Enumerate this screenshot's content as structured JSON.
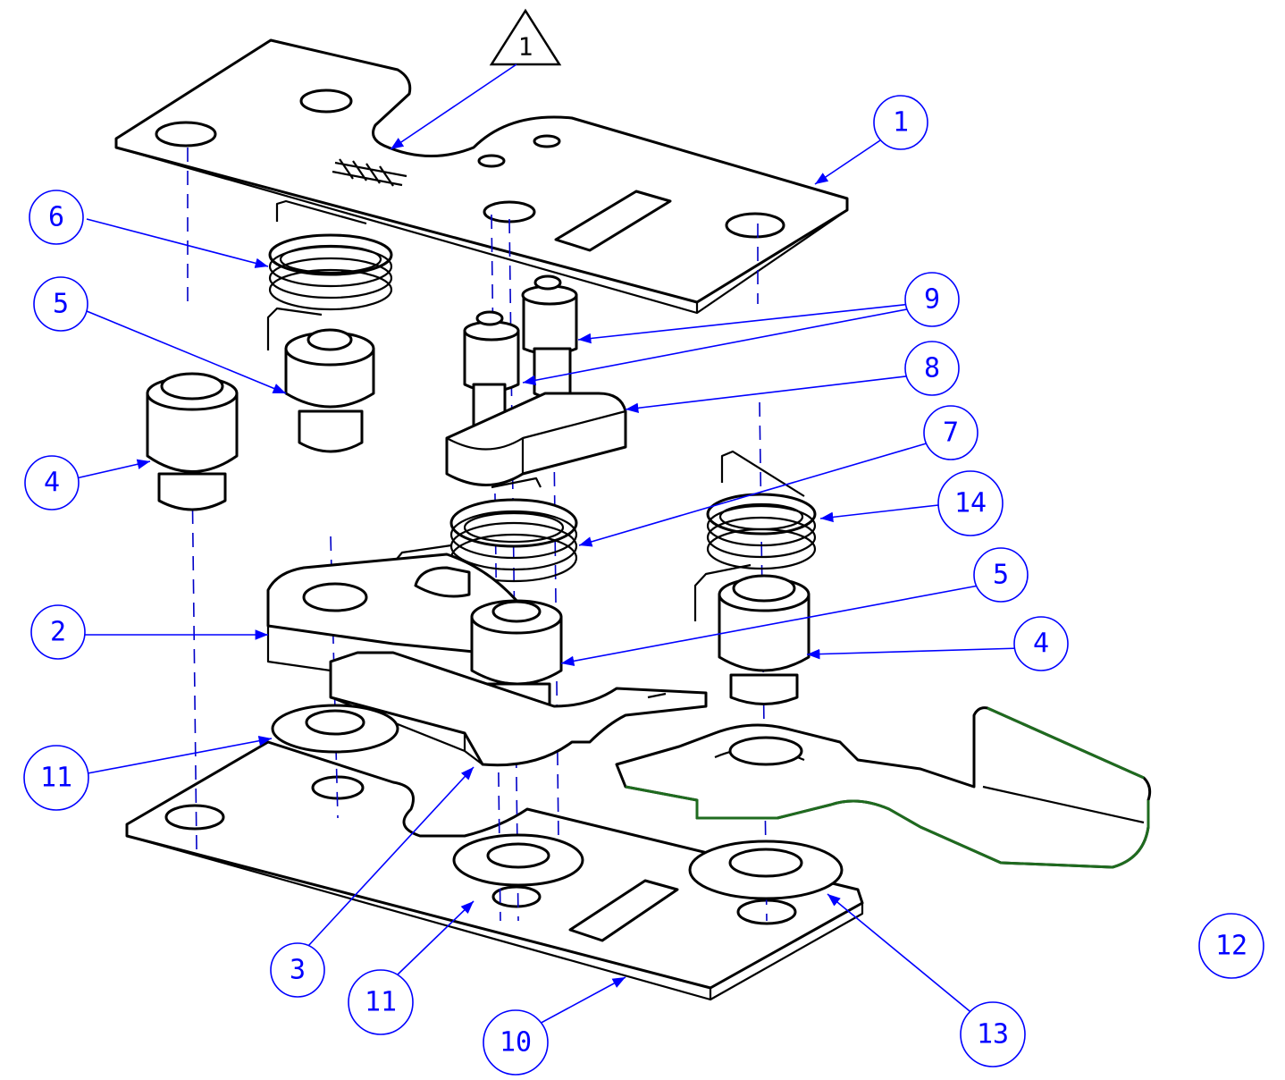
{
  "colors": {
    "outline": "#000000",
    "leader": "#0000ff",
    "highlight": "#1f6b1f",
    "background": "#ffffff"
  },
  "note": {
    "text": "1"
  },
  "balloons": {
    "b1": "1",
    "b2": "2",
    "b3": "3",
    "b4_left": "4",
    "b4_right": "4",
    "b5_left": "5",
    "b5_right": "5",
    "b6": "6",
    "b7": "7",
    "b8": "8",
    "b9": "9",
    "b10": "10",
    "b11_left": "11",
    "b11_bottom": "11",
    "b12": "12",
    "b13": "13",
    "b14": "14"
  }
}
